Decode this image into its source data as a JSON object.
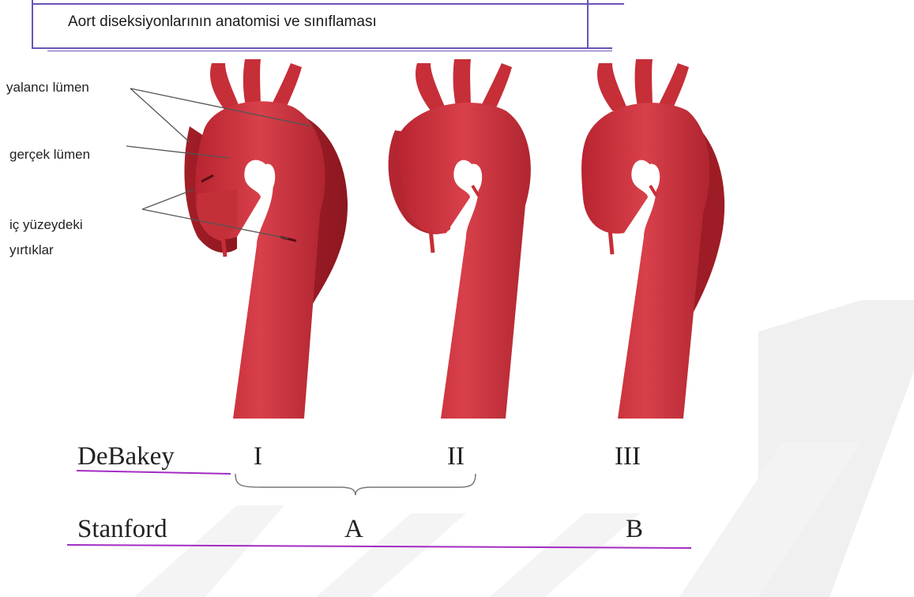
{
  "title": "Aort diseksiyonlarının anatomisi ve sınıflaması",
  "annotations": {
    "false_lumen": "yalancı lümen",
    "true_lumen": "gerçek lümen",
    "tears_line1": "iç yüzeydeki",
    "tears_line2": "yırtıklar"
  },
  "classification": {
    "debakey_label": "DeBakey",
    "debakey_types": [
      "I",
      "II",
      "III"
    ],
    "stanford_label": "Stanford",
    "stanford_types": [
      "A",
      "B"
    ]
  },
  "colors": {
    "aorta": "#cc2f3a",
    "aorta_dark": "#9e1c26",
    "aorta_light": "#e0505a",
    "accent_line": "#a32cc4",
    "title_border": "#6a54b6",
    "watermark": "#eeeeee"
  }
}
